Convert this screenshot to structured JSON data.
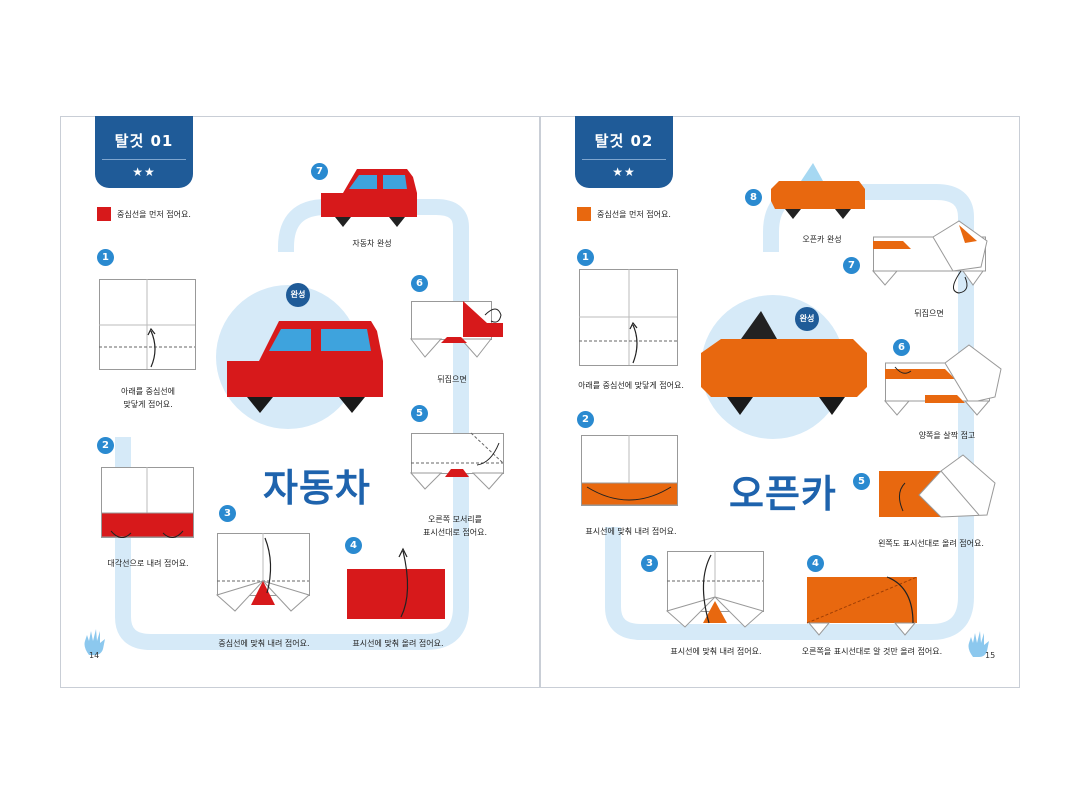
{
  "left": {
    "tab_title": "탈것 01",
    "tab_stars": "★★",
    "legend_text": "중심선을 먼저 접어요.",
    "title": "자동차",
    "badge": "완성",
    "page_number": "14",
    "colors": {
      "paper": "#d7191b",
      "accent": "#2a8ad0",
      "track": "#d6eaf8"
    },
    "steps": [
      {
        "n": "1",
        "caption": "아래를 중심선에\n맞닿게 접어요."
      },
      {
        "n": "2",
        "caption": "대각선으로 내려 접어요."
      },
      {
        "n": "3",
        "caption": "중심선에 맞춰 내려 접어요."
      },
      {
        "n": "4",
        "caption": "표시선에 맞춰 올려 접어요."
      },
      {
        "n": "5",
        "caption": "오른쪽 모서리를\n표시선대로 접어요."
      },
      {
        "n": "6",
        "caption": "뒤집으면"
      },
      {
        "n": "7",
        "caption": "자동차 완성"
      }
    ]
  },
  "right": {
    "tab_title": "탈것 02",
    "tab_stars": "★★",
    "legend_text": "중심선을 먼저 접어요.",
    "title": "오픈카",
    "badge": "완성",
    "page_number": "15",
    "colors": {
      "paper": "#e8680f",
      "accent": "#2a8ad0",
      "track": "#d6eaf8"
    },
    "steps": [
      {
        "n": "1",
        "caption": "아래를 중심선에 맞닿게 접어요."
      },
      {
        "n": "2",
        "caption": "표시선에 맞춰 내려 접어요."
      },
      {
        "n": "3",
        "caption": "표시선에 맞춰 내려 접어요."
      },
      {
        "n": "4",
        "caption": "오른쪽을 표시선대로 알 것만 올려 접어요."
      },
      {
        "n": "5",
        "caption": "왼쪽도 표시선대로 올려 접어요."
      },
      {
        "n": "6",
        "caption": "양쪽을 살짝 접고"
      },
      {
        "n": "7",
        "caption": "뒤집으면"
      },
      {
        "n": "8",
        "caption": "오픈카 완성"
      }
    ]
  }
}
